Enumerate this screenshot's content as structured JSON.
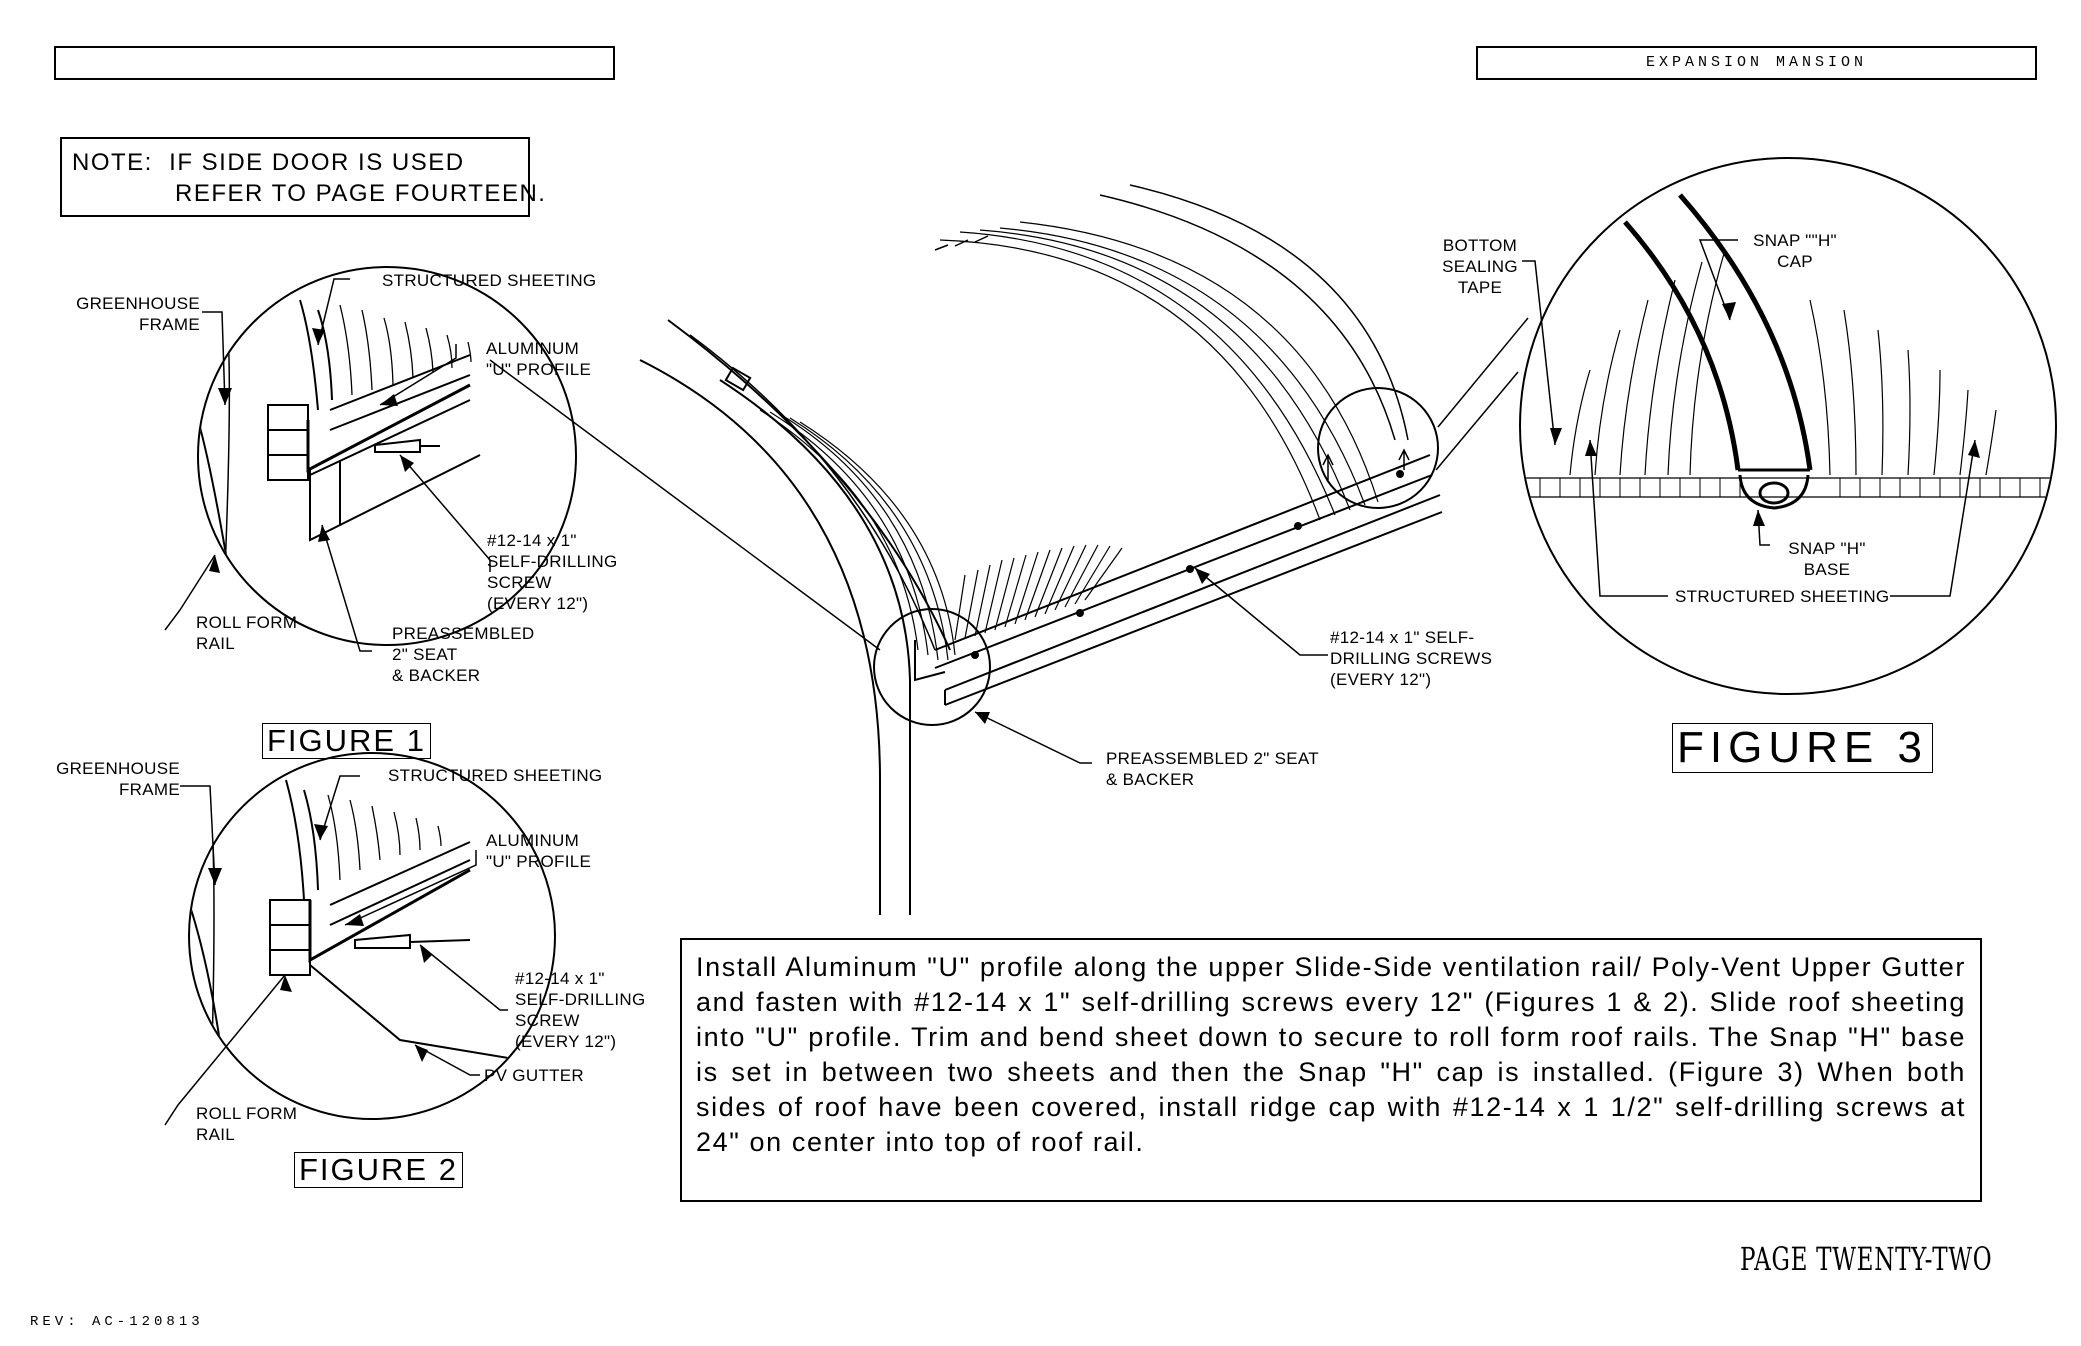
{
  "header": {
    "left_title": "",
    "right_title": "EXPANSION MANSION"
  },
  "note": {
    "line1": "NOTE:  IF SIDE DOOR IS USED",
    "line2": "REFER TO PAGE FOURTEEN."
  },
  "figure1": {
    "caption": "FIGURE 1",
    "labels": {
      "greenhouse_frame": "GREENHOUSE\nFRAME",
      "structured_sheeting": "STRUCTURED SHEETING",
      "aluminum_u_profile": "ALUMINUM\n\"U\" PROFILE",
      "screw": "#12-14 x 1\"\nSELF-DRILLING\nSCREW\n(EVERY 12\")",
      "roll_form_rail": "ROLL FORM\nRAIL",
      "seat_backer": "PREASSEMBLED\n2\" SEAT\n& BACKER"
    }
  },
  "figure2": {
    "caption": "FIGURE 2",
    "labels": {
      "greenhouse_frame": "GREENHOUSE\nFRAME",
      "structured_sheeting": "STRUCTURED SHEETING",
      "aluminum_u_profile": "ALUMINUM\n\"U\" PROFILE",
      "screw": "#12-14 x 1\"\nSELF-DRILLING\nSCREW\n(EVERY 12\")",
      "pv_gutter": "PV GUTTER",
      "roll_form_rail": "ROLL FORM\nRAIL"
    }
  },
  "center": {
    "screws": "#12-14 x 1\" SELF-\nDRILLING SCREWS\n(EVERY 12\")",
    "seat_backer": "PREASSEMBLED 2\" SEAT\n& BACKER"
  },
  "figure3": {
    "caption": "FIGURE 3",
    "labels": {
      "bottom_sealing_tape": "BOTTOM\nSEALING\nTAPE",
      "snap_h_cap": "SNAP \"\"H\"\nCAP",
      "snap_h_base": "SNAP \"H\"\nBASE",
      "structured_sheeting": "STRUCTURED SHEETING"
    }
  },
  "instructions": {
    "text": "Install Aluminum \"U\" profile along the upper Slide-Side ventilation rail/ Poly-Vent Upper Gutter and fasten with #12-14 x 1\" self-drilling screws every 12\" (Figures 1 & 2). Slide roof sheeting into \"U\" profile.  Trim and bend sheet down to secure to roll form roof rails. The Snap \"H\" base is set in between two sheets and then the Snap \"H\" cap is installed. (Figure 3)  When both sides of roof have been covered, install ridge cap with #12-14 x 1 1/2\" self-drilling screws at 24\" on center into top of roof rail."
  },
  "footer": {
    "page": "PAGE TWENTY-TWO",
    "rev": "REV: AC-120813"
  }
}
